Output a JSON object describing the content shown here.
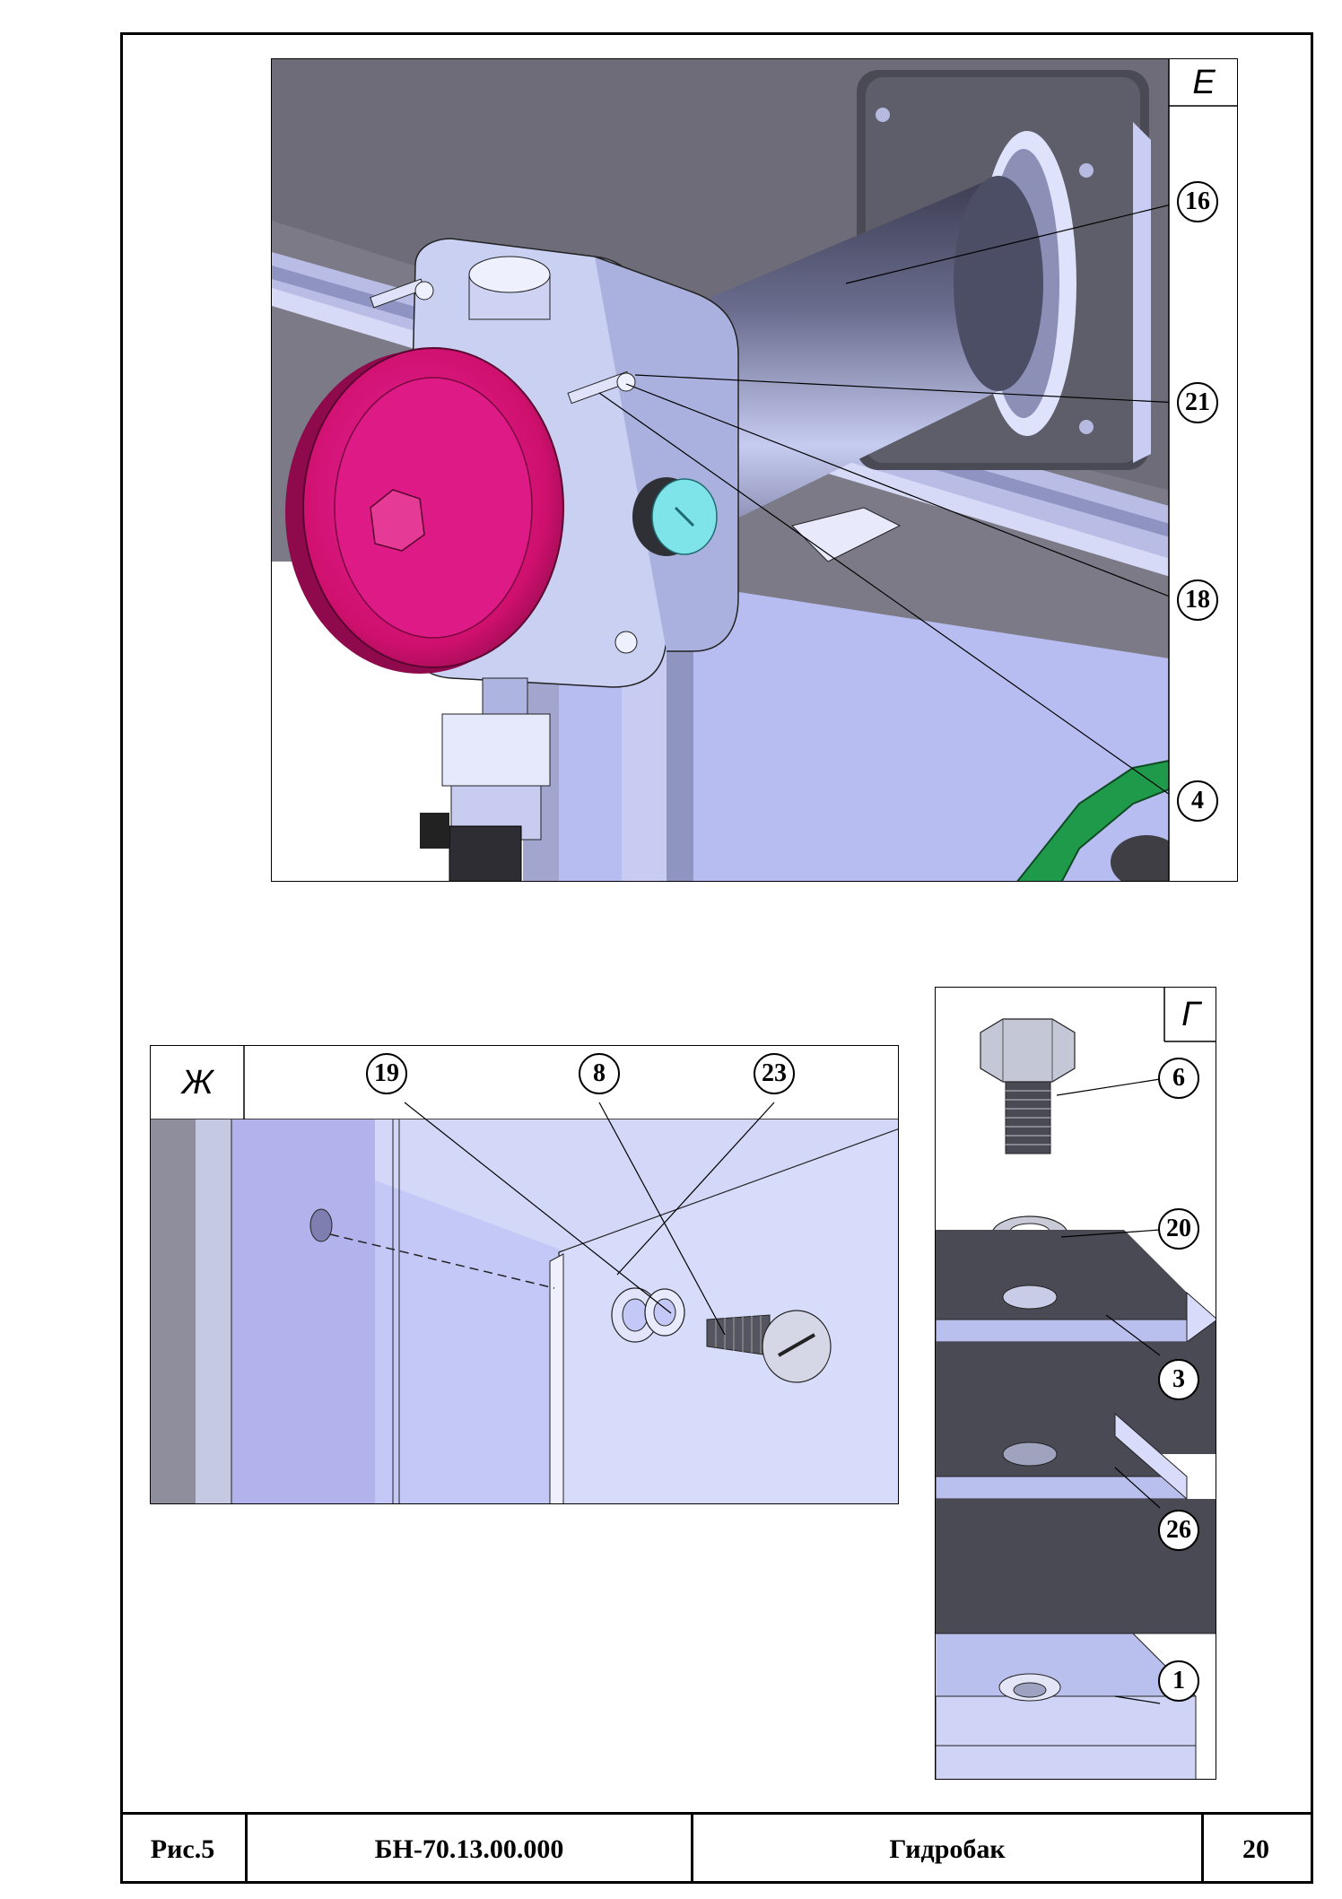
{
  "views": {
    "E": {
      "letter": "Е",
      "callouts": [
        "16",
        "21",
        "18",
        "4"
      ]
    },
    "Zh": {
      "letter": "Ж",
      "callouts": [
        "19",
        "8",
        "23"
      ]
    },
    "G": {
      "letter": "Г",
      "callouts": [
        "6",
        "20",
        "3",
        "26",
        "1"
      ]
    }
  },
  "title_block": {
    "figure": "Рис.5",
    "designation": "БН-70.13.00.000",
    "name": "Гидробак",
    "page": "20"
  },
  "colors": {
    "frame": "#000000",
    "cap_magenta": "#d8127a",
    "cylinder": "#5a5c7a",
    "housing": "#c9d0f2",
    "bracket_green": "#1f9a4a",
    "plug_cyan": "#7fe3ea",
    "plate_dark": "#4a4a55",
    "plate_light": "#b9c0ee"
  }
}
